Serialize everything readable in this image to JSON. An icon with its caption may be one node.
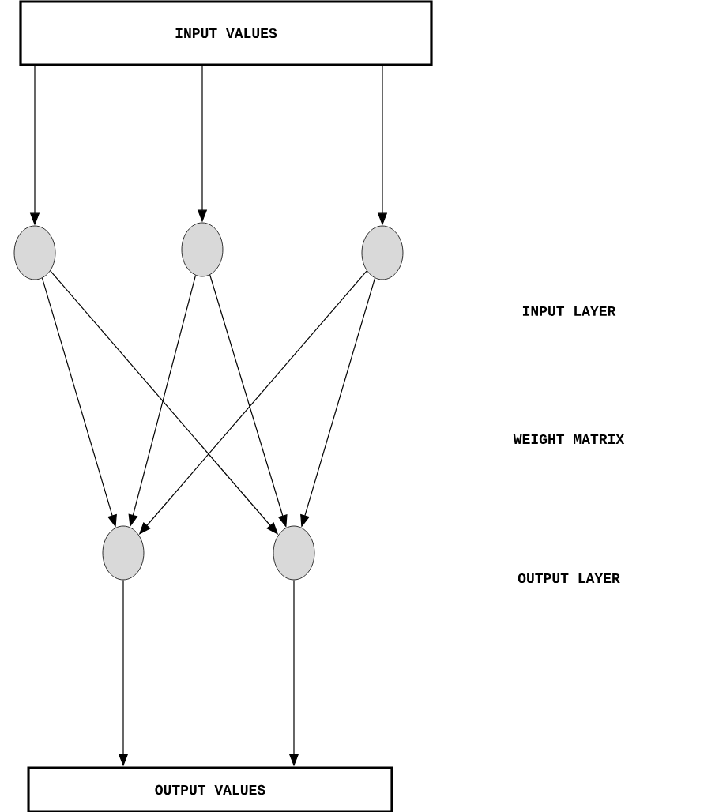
{
  "diagram": {
    "nodes": [
      {
        "text": [
          "INPUT VALUES"
        ]
      },
      {
        "text": [],
        "shape": "circle"
      },
      {
        "text": [],
        "shape": "circle"
      },
      {
        "text": [],
        "shape": "circle"
      },
      {
        "text": [],
        "shape": "circle"
      },
      {
        "text": [],
        "shape": "circle"
      },
      {
        "text": [
          "OUTPUT VALUES"
        ]
      }
    ],
    "edges": [
      {
        "from": 0,
        "to": 1,
        "arrow": "to"
      },
      {
        "from": 0,
        "to": 2,
        "arrow": "to"
      },
      {
        "from": 0,
        "to": 3,
        "arrow": "to"
      },
      {
        "from": 1,
        "to": 4,
        "arrow": "to"
      },
      {
        "from": 1,
        "to": 5,
        "arrow": "to"
      },
      {
        "from": 2,
        "to": 4,
        "arrow": "to"
      },
      {
        "from": 2,
        "to": 5,
        "arrow": "to"
      },
      {
        "from": 3,
        "to": 4,
        "arrow": "to"
      },
      {
        "from": 3,
        "to": 5,
        "arrow": "to"
      },
      {
        "from": 4,
        "to": 6,
        "arrow": "to"
      },
      {
        "from": 5,
        "to": 6,
        "arrow": "to"
      }
    ],
    "labels": [
      "INPUT LAYER",
      "WEIGHT MATRIX",
      "OUTPUT LAYER"
    ]
  }
}
